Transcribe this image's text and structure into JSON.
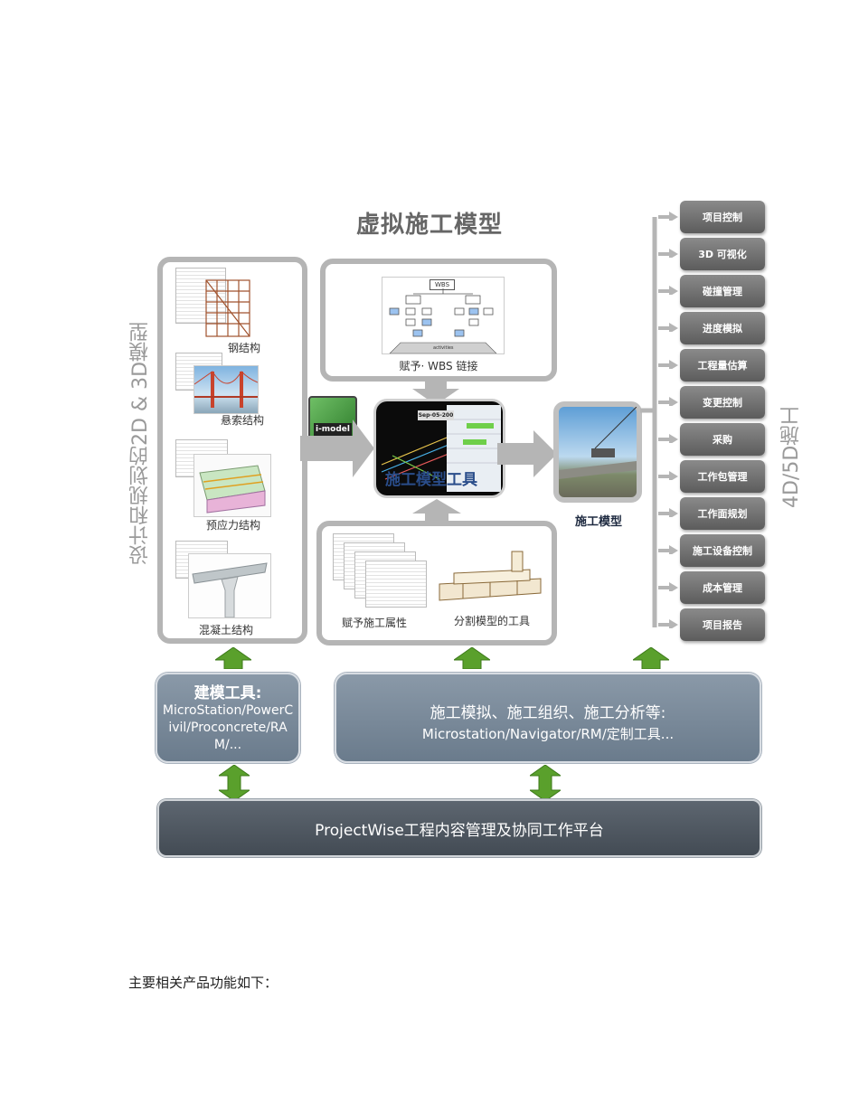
{
  "diagram": {
    "title": "虚拟施工模型",
    "left_vertical_label": "设计和规划的2D & 3D模型",
    "right_vertical_label": "4D/5D施工",
    "structures": [
      "钢结构",
      "悬索结构",
      "预应力结构",
      "混凝土结构"
    ],
    "imodel_badge": "i-model",
    "wbs_box_label": "WBS",
    "wbs_footer": "activities",
    "wbs_caption": "赋予· WBS 链接",
    "center_date": "Sep-05-200",
    "center_label": "施工模型工具",
    "bottom_panel": {
      "left_caption": "赋予施工属性",
      "right_caption": "分割模型的工具"
    },
    "result_label": "施工模型",
    "functions": [
      "项目控制",
      "3D 可视化",
      "碰撞管理",
      "进度模拟",
      "工程量估算",
      "变更控制",
      "采购",
      "工作包管理",
      "工作面规划",
      "施工设备控制",
      "成本管理",
      "项目报告"
    ],
    "modeling_tools": {
      "title": "建模工具:",
      "body": "MicroStation/PowerCivil/Proconcrete/RAM/..."
    },
    "construction_tools": {
      "title": "施工模拟、施工组织、施工分析等:",
      "body": "Microstation/Navigator/RM/定制工具..."
    },
    "platform": "ProjectWise工程内容管理及协同工作平台",
    "colors": {
      "panel_border": "#b5b5b5",
      "button": "#6e6e6e",
      "blue_box": "#7a8a9a",
      "dark_bar": "#4f5862",
      "arrow_green": "#5aa02c"
    }
  },
  "body_text": "主要相关产品功能如下："
}
